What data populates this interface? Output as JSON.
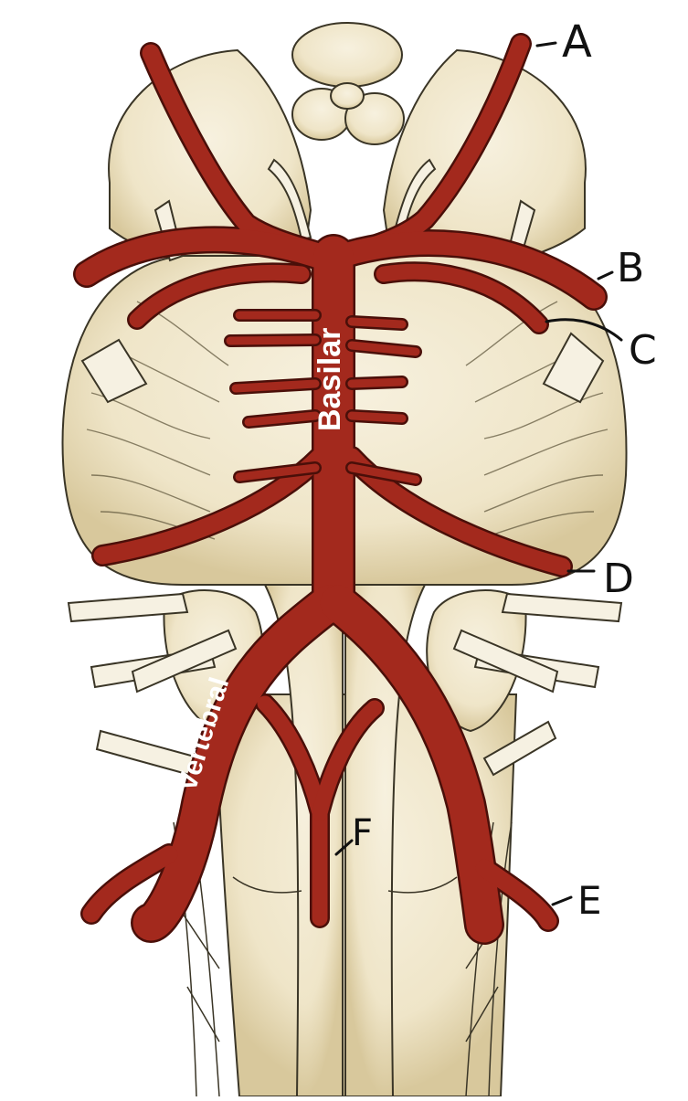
{
  "figure": {
    "vessel_labels": {
      "basilar": "Basilar",
      "vertebral": "Vertebral"
    },
    "letter_labels": [
      "A",
      "B",
      "C",
      "D",
      "E",
      "F"
    ],
    "colors": {
      "artery": "#a3291d",
      "artery_outline": "#4a0f09",
      "tissue": "#f1e9d2",
      "tissue_shade": "#d9cba1",
      "nerve": "#f6f1e2",
      "ink": "#111111",
      "vessel_text": "#ffffff"
    }
  }
}
